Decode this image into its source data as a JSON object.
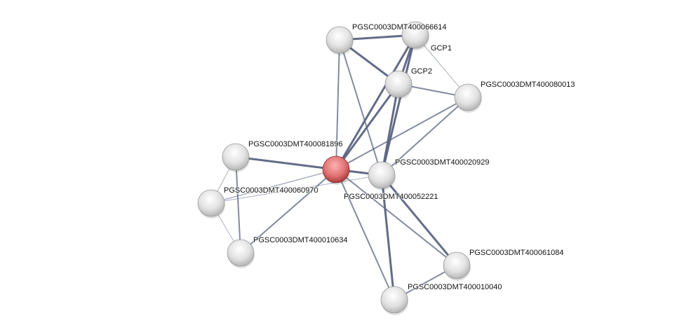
{
  "network": {
    "nodes": [
      {
        "id": "A",
        "label": "PGSC0003DMT400066614",
        "query": false
      },
      {
        "id": "B",
        "label": "GCP1",
        "query": false
      },
      {
        "id": "C",
        "label": "GCP2",
        "query": false
      },
      {
        "id": "D",
        "label": "PGSC0003DMT400080013",
        "query": false
      },
      {
        "id": "E",
        "label": "PGSC0003DMT400081896",
        "query": false
      },
      {
        "id": "F",
        "label": "PGSC0003DMT400052221",
        "query": true
      },
      {
        "id": "G",
        "label": "PGSC0003DMT400020929",
        "query": false
      },
      {
        "id": "H",
        "label": "PGSC0003DMT400060970",
        "query": false
      },
      {
        "id": "I",
        "label": "PGSC0003DMT400010634",
        "query": false
      },
      {
        "id": "J",
        "label": "PGSC0003DMT400061084",
        "query": false
      },
      {
        "id": "K",
        "label": "PGSC0003DMT400010040",
        "query": false
      }
    ],
    "edges": [
      [
        "A",
        "B",
        3
      ],
      [
        "A",
        "C",
        3
      ],
      [
        "A",
        "F",
        2
      ],
      [
        "A",
        "G",
        2
      ],
      [
        "B",
        "C",
        3
      ],
      [
        "B",
        "D",
        1
      ],
      [
        "B",
        "F",
        3
      ],
      [
        "B",
        "G",
        3
      ],
      [
        "C",
        "D",
        2
      ],
      [
        "C",
        "F",
        3
      ],
      [
        "C",
        "G",
        3
      ],
      [
        "D",
        "F",
        2
      ],
      [
        "D",
        "G",
        2
      ],
      [
        "E",
        "F",
        3
      ],
      [
        "E",
        "H",
        1
      ],
      [
        "E",
        "I",
        2
      ],
      [
        "F",
        "H",
        1.5
      ],
      [
        "H",
        "G",
        1
      ],
      [
        "H",
        "I",
        1
      ],
      [
        "I",
        "F",
        2
      ],
      [
        "F",
        "G",
        3
      ],
      [
        "F",
        "J",
        2
      ],
      [
        "F",
        "K",
        2
      ],
      [
        "G",
        "J",
        3
      ],
      [
        "G",
        "K",
        3
      ],
      [
        "J",
        "K",
        2
      ]
    ],
    "colors": {
      "edge": "#5a6482",
      "query_node": "#e07070",
      "node": "#e6e6e6"
    }
  }
}
